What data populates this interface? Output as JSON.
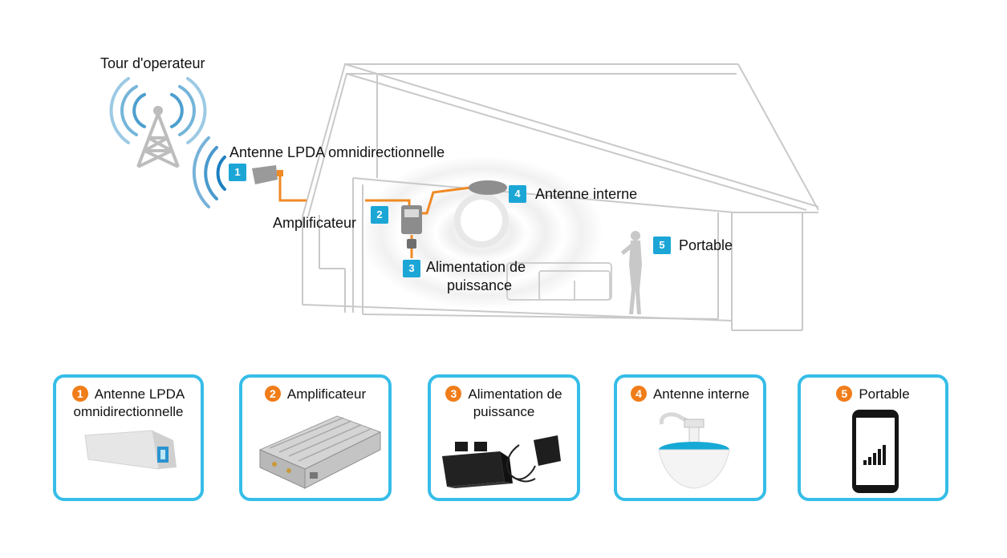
{
  "diagram": {
    "tower_label": "Tour d'operateur",
    "callouts": [
      {
        "number": "1",
        "label": "Antenne LPDA omnidirectionnelle"
      },
      {
        "number": "2",
        "label": "Amplificateur"
      },
      {
        "number": "3",
        "label_line1": "Alimentation de",
        "label_line2": "puissance"
      },
      {
        "number": "4",
        "label": "Antenne interne"
      },
      {
        "number": "5",
        "label": "Portable"
      }
    ]
  },
  "products": [
    {
      "number": "1",
      "line1": "Antenne LPDA",
      "line2": "omnidirectionnelle",
      "image": "lpda-antenna"
    },
    {
      "number": "2",
      "line1": "Amplificateur",
      "line2": "",
      "image": "amplifier"
    },
    {
      "number": "3",
      "line1": "Alimentation de",
      "line2": "puissance",
      "image": "power-adapter"
    },
    {
      "number": "4",
      "line1": "Antenne interne",
      "line2": "",
      "image": "ceiling-antenna"
    },
    {
      "number": "5",
      "line1": "Portable",
      "line2": "",
      "image": "smartphone"
    }
  ],
  "colors": {
    "accent_blue": "#1ba6d6",
    "card_border": "#36bde8",
    "number_orange": "#f07d1a",
    "cable_orange": "#f08a24"
  }
}
